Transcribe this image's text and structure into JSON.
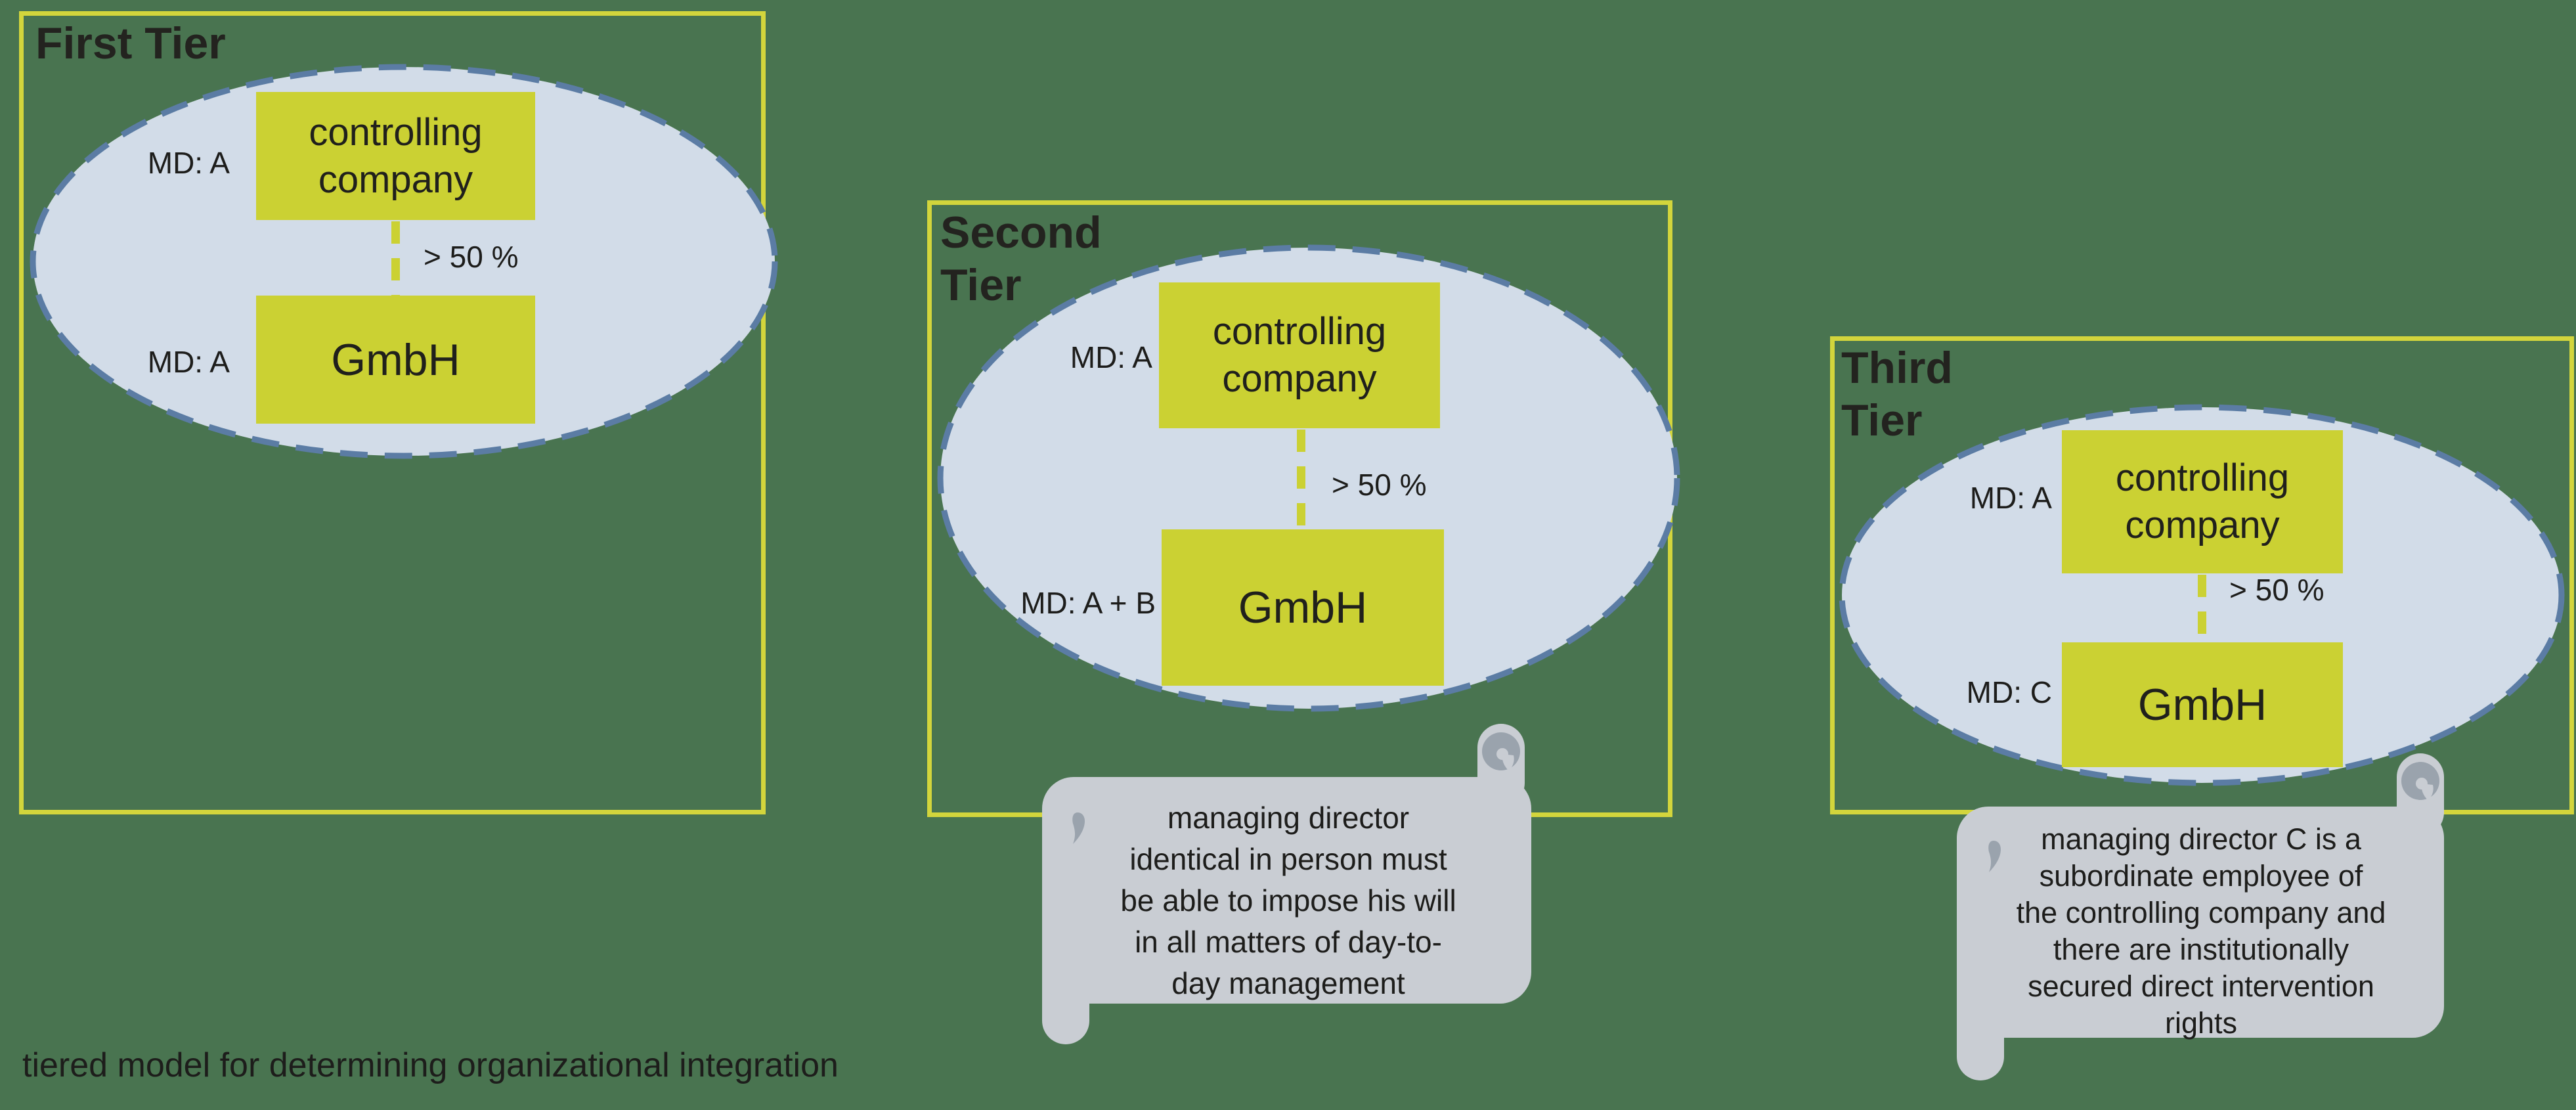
{
  "caption": "tiered model for determining organizational integration",
  "palette": {
    "background": "#497450",
    "panel_border": "#D3D53C",
    "box_fill": "#CBD133",
    "ellipse_fill": "#D2DCE8",
    "ellipse_dash_border": "#5B7CA4",
    "note_fill": "#C9CDD3",
    "note_curl": "#9AA3AD",
    "text": "#1D1D1B"
  },
  "tiers": [
    {
      "title": "First Tier",
      "md_top": "MD: A",
      "controlling_company": "controlling company",
      "ownership": "> 50 %",
      "subsidiary": "GmbH",
      "md_bottom": "MD: A"
    },
    {
      "title": "Second Tier",
      "md_top": "MD: A",
      "controlling_company": "controlling company",
      "ownership": "> 50 %",
      "subsidiary": "GmbH",
      "md_bottom": "MD: A + B",
      "note_lines": [
        "managing director",
        "identical in person must",
        "be able to impose his will",
        "in all matters of day-to-",
        "day management"
      ]
    },
    {
      "title": "Third Tier",
      "md_top": "MD: A",
      "controlling_company": "controlling company",
      "ownership": "> 50 %",
      "subsidiary": "GmbH",
      "md_bottom": "MD: C",
      "note_lines": [
        "managing director C is a",
        "subordinate employee of",
        "the controlling company and",
        "there are institutionally",
        "secured direct intervention",
        "rights"
      ]
    }
  ]
}
